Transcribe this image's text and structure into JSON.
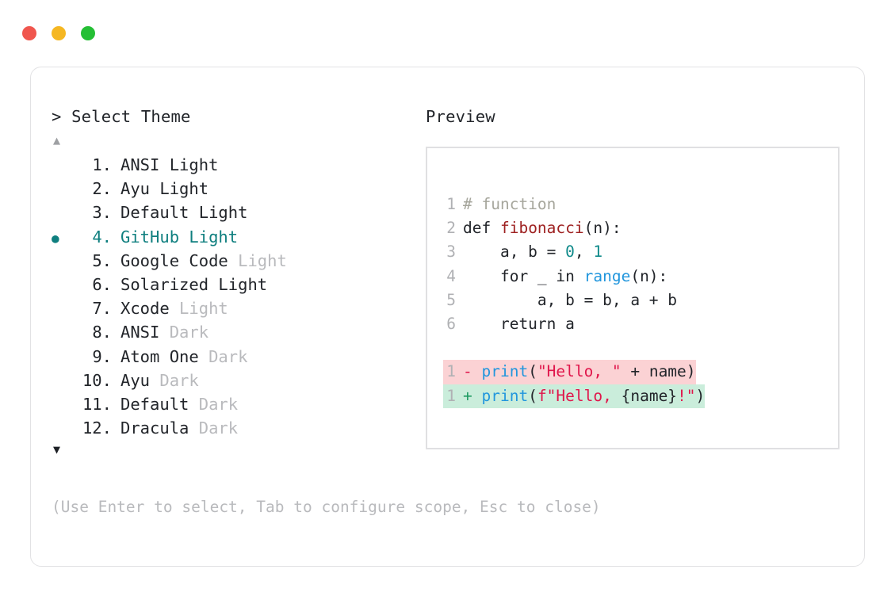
{
  "window": {
    "dots": [
      {
        "name": "close-dot",
        "color": "#f0564e"
      },
      {
        "name": "minimize-dot",
        "color": "#f5b722"
      },
      {
        "name": "maximize-dot",
        "color": "#25bf35"
      }
    ]
  },
  "left": {
    "title": "> Select Theme",
    "scroll_up": "▲",
    "scroll_down": "▼",
    "selected_index": 4,
    "bullet": "●",
    "items": [
      {
        "num": "1.",
        "name": "ANSI",
        "variant": " Light",
        "variant_dim": false,
        "selected": false
      },
      {
        "num": "2.",
        "name": "Ayu",
        "variant": " Light",
        "variant_dim": false,
        "selected": false
      },
      {
        "num": "3.",
        "name": "Default",
        "variant": " Light",
        "variant_dim": false,
        "selected": false
      },
      {
        "num": "4.",
        "name": "GitHub",
        "variant": " Light",
        "variant_dim": false,
        "selected": true
      },
      {
        "num": "5.",
        "name": "Google Code",
        "variant": " Light",
        "variant_dim": true,
        "selected": false
      },
      {
        "num": "6.",
        "name": "Solarized",
        "variant": " Light",
        "variant_dim": false,
        "selected": false
      },
      {
        "num": "7.",
        "name": "Xcode",
        "variant": " Light",
        "variant_dim": true,
        "selected": false
      },
      {
        "num": "8.",
        "name": "ANSI",
        "variant": " Dark",
        "variant_dim": true,
        "selected": false
      },
      {
        "num": "9.",
        "name": "Atom One",
        "variant": " Dark",
        "variant_dim": true,
        "selected": false
      },
      {
        "num": "10.",
        "name": "Ayu",
        "variant": " Dark",
        "variant_dim": true,
        "selected": false
      },
      {
        "num": "11.",
        "name": "Default",
        "variant": " Dark",
        "variant_dim": true,
        "selected": false
      },
      {
        "num": "12.",
        "name": "Dracula",
        "variant": " Dark",
        "variant_dim": true,
        "selected": false
      }
    ],
    "hint": "(Use Enter to select, Tab to configure scope, Esc to close)"
  },
  "right": {
    "title": "Preview",
    "code_lines": [
      {
        "ln": "1",
        "segments": [
          {
            "t": "# function",
            "c": "tok-comment"
          }
        ]
      },
      {
        "ln": "2",
        "segments": [
          {
            "t": "def ",
            "c": "tok-kw"
          },
          {
            "t": "fibonacci",
            "c": "tok-fn-def"
          },
          {
            "t": "(n):",
            "c": "tok-punct"
          }
        ]
      },
      {
        "ln": "3",
        "segments": [
          {
            "t": "    a, b = ",
            "c": "tok-plain"
          },
          {
            "t": "0",
            "c": "tok-num"
          },
          {
            "t": ", ",
            "c": "tok-plain"
          },
          {
            "t": "1",
            "c": "tok-num"
          }
        ]
      },
      {
        "ln": "4",
        "segments": [
          {
            "t": "    for _ in ",
            "c": "tok-plain"
          },
          {
            "t": "range",
            "c": "tok-builtin"
          },
          {
            "t": "(n):",
            "c": "tok-punct"
          }
        ]
      },
      {
        "ln": "5",
        "segments": [
          {
            "t": "        a, b = b, a + b",
            "c": "tok-plain"
          }
        ]
      },
      {
        "ln": "6",
        "segments": [
          {
            "t": "    return a",
            "c": "tok-plain"
          }
        ]
      }
    ],
    "diff_lines": [
      {
        "kind": "del",
        "ln": "1",
        "segments": [
          {
            "t": "- ",
            "c": "tok-minus"
          },
          {
            "t": "print",
            "c": "tok-print"
          },
          {
            "t": "(",
            "c": "tok-punct"
          },
          {
            "t": "\"Hello, \"",
            "c": "tok-str"
          },
          {
            "t": " + name)",
            "c": "tok-plain"
          }
        ]
      },
      {
        "kind": "add",
        "ln": "1",
        "segments": [
          {
            "t": "+ ",
            "c": "tok-plus"
          },
          {
            "t": "print",
            "c": "tok-print"
          },
          {
            "t": "(",
            "c": "tok-punct"
          },
          {
            "t": "f\"Hello, ",
            "c": "tok-str"
          },
          {
            "t": "{name}",
            "c": "tok-plain"
          },
          {
            "t": "!\"",
            "c": "tok-str"
          },
          {
            "t": ")",
            "c": "tok-punct"
          }
        ]
      }
    ]
  }
}
